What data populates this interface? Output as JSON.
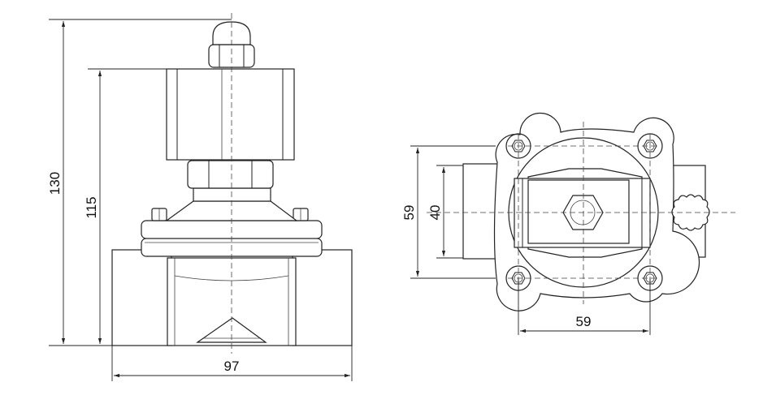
{
  "drawing": {
    "dimensions": {
      "overall_height": "130",
      "body_height": "115",
      "body_width": "97",
      "flange_height": "59",
      "bolt_spacing_vertical": "40",
      "bolt_spacing_horizontal": "59"
    }
  },
  "colors": {
    "line": "#222222",
    "background": "#ffffff"
  }
}
